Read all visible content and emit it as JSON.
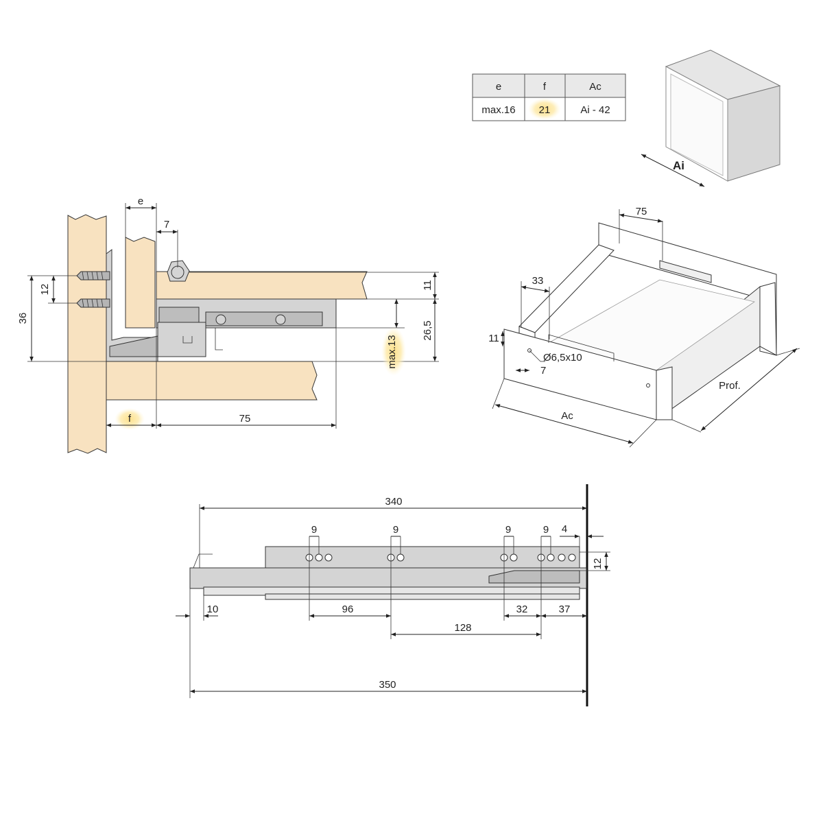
{
  "table": {
    "headers": [
      "e",
      "f",
      "Ac"
    ],
    "values": [
      "max.16",
      "21",
      "Ai - 42"
    ]
  },
  "cabinet_icon": {
    "ai_label": "Ai"
  },
  "section": {
    "e_label": "e",
    "seven": "7",
    "twelve": "12",
    "thirty_six": "36",
    "eleven": "11",
    "twenty_six_five": "26,5",
    "max13": "max.13",
    "f_label": "f",
    "seventy_five": "75"
  },
  "drawer_iso": {
    "seventy_five": "75",
    "thirty_three": "33",
    "eleven": "11",
    "hole": "Ø6,5x10",
    "seven": "7",
    "ac": "Ac",
    "prof": "Prof."
  },
  "runner": {
    "d340": "340",
    "d9a": "9",
    "d9b": "9",
    "d9c": "9",
    "d9d": "9",
    "d4": "4",
    "d12": "12",
    "d10": "10",
    "d96": "96",
    "d32": "32",
    "d37": "37",
    "d128": "128",
    "d350": "350"
  },
  "highlight_color": "#fde9a8"
}
